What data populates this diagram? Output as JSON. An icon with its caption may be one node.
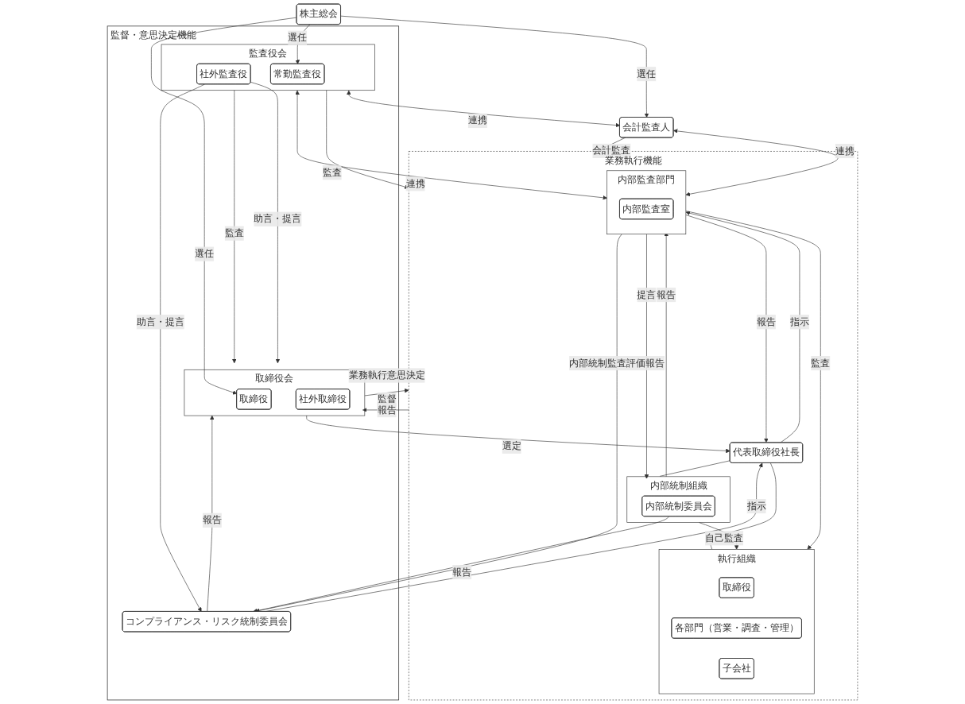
{
  "diagram": {
    "nodes": [
      {
        "text": [
          "株主総会"
        ]
      },
      {
        "text": [
          "監督・意思決定機能"
        ]
      },
      {
        "text": [
          "取締役会"
        ],
        "in": 1
      },
      {
        "text": [
          "取締役"
        ],
        "in": 2
      },
      {
        "text": [
          "社外取締役"
        ],
        "in": 2
      },
      {
        "text": [
          "監査役会"
        ],
        "in": 1
      },
      {
        "text": [
          "常勤監査役"
        ],
        "in": 5
      },
      {
        "text": [
          "社外監査役"
        ],
        "in": 5
      },
      {
        "text": [
          "コンプライアンス・リスク統制委員会"
        ],
        "in": 1
      },
      {
        "text": [
          "業務執行機能"
        ]
      },
      {
        "text": [
          "代表取締役社長"
        ],
        "in": 9
      },
      {
        "text": [
          "執行組織"
        ],
        "in": 9
      },
      {
        "text": [
          "取締役"
        ],
        "in": 11
      },
      {
        "text": [
          "各部門（営業・調査・管理）"
        ],
        "in": 11
      },
      {
        "text": [
          "子会社"
        ],
        "in": 11
      },
      {
        "text": [
          "内部統制組織"
        ],
        "in": 9
      },
      {
        "text": [
          "内部統制委員会"
        ],
        "in": 15
      },
      {
        "text": [
          "内部監査部門"
        ],
        "in": 9
      },
      {
        "text": [
          "内部監査室"
        ],
        "in": 17
      },
      {
        "text": [
          "会計監査人"
        ]
      }
    ],
    "edges": [
      {
        "from": 0,
        "to": 3,
        "arrow": "to",
        "label": "選任"
      },
      {
        "from": 0,
        "to": 6,
        "arrow": "to",
        "label": "選任"
      },
      {
        "from": 0,
        "to": 19,
        "arrow": "to",
        "label": "選任"
      },
      {
        "from": 5,
        "to": 2,
        "arrow": "to",
        "label": "監査"
      },
      {
        "from": 7,
        "to": 2,
        "arrow": "to",
        "label": "助言・提言"
      },
      {
        "from": 7,
        "to": 8,
        "arrow": "to",
        "label": "助言・提言"
      },
      {
        "from": 8,
        "to": 2,
        "arrow": "to",
        "label": "報告"
      },
      {
        "from": 2,
        "to": 9,
        "arrow": "to",
        "label": "業務執行意思決定"
      },
      {
        "from": 2,
        "to": 9,
        "arrow": "to",
        "label": "監督"
      },
      {
        "from": 9,
        "to": 2,
        "arrow": "to",
        "label": "報告"
      },
      {
        "from": 2,
        "to": 10,
        "arrow": "to",
        "label": "選定"
      },
      {
        "from": 8,
        "to": 10,
        "arrow": "to",
        "label": "指示"
      },
      {
        "from": 10,
        "to": 17,
        "arrow": "to",
        "label": "指示"
      },
      {
        "from": 17,
        "to": 10,
        "arrow": "to",
        "label": "報告"
      },
      {
        "from": 17,
        "to": 8,
        "arrow": "to",
        "label": "内部統制監査評価報告"
      },
      {
        "from": 16,
        "to": 8,
        "arrow": "to",
        "label": "報告"
      },
      {
        "from": 5,
        "to": 17,
        "arrow": "both",
        "label": "連携"
      },
      {
        "from": 5,
        "to": 9,
        "arrow": "to",
        "label": "監査"
      },
      {
        "from": 5,
        "to": 19,
        "arrow": "both",
        "label": "連携"
      },
      {
        "from": 19,
        "to": 9,
        "arrow": "to",
        "label": "会計監査"
      },
      {
        "from": 19,
        "to": 17,
        "arrow": "both",
        "label": "連携"
      },
      {
        "from": 10,
        "to": 11,
        "arrow": "none"
      },
      {
        "from": 10,
        "to": 15,
        "arrow": "none"
      },
      {
        "from": 15,
        "to": 11,
        "arrow": "to",
        "label": "自己監査"
      },
      {
        "from": 17,
        "to": 15,
        "arrow": "to",
        "label": "提言"
      },
      {
        "from": 15,
        "to": 17,
        "arrow": "to",
        "label": "報告"
      },
      {
        "from": 17,
        "to": 11,
        "arrow": "to",
        "label": "監査"
      }
    ]
  }
}
